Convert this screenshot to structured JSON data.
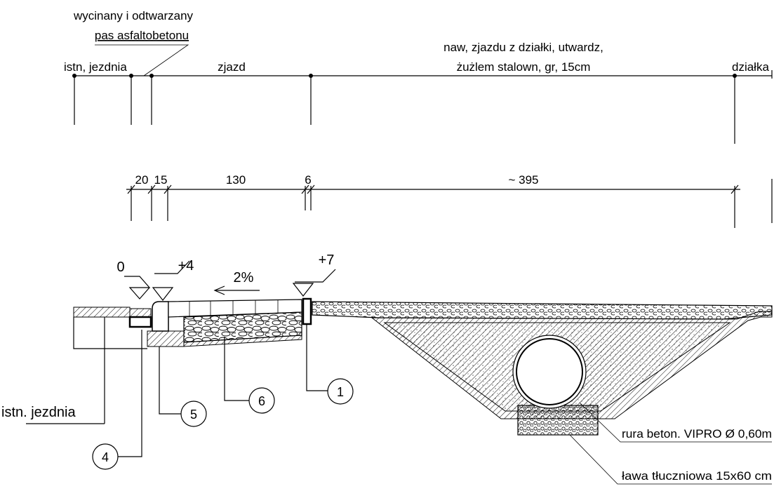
{
  "labels": {
    "cut_asphalt_line1": "wycinany i odtwarzany",
    "cut_asphalt_line2": "pas asfaltobetonu",
    "existing_road_top": "istn, jezdnia",
    "driveway": "zjazd",
    "surface_line1": "naw, zjazdu z działki, utwardz,",
    "surface_line2": "żużlem stalown, gr, 15cm",
    "plot": "działka",
    "existing_road_bottom": "istn. jezdnia",
    "pipe": "rura beton. VIPRO Ø 0,60m",
    "gravel_bed": "ława tłuczniowa 15x60 cm"
  },
  "dimensions": [
    "20",
    "15",
    "130",
    "6",
    "~ 395"
  ],
  "levels": [
    "0",
    "+4",
    "+7"
  ],
  "slope": "2%",
  "callouts": [
    "1",
    "4",
    "5",
    "6"
  ]
}
